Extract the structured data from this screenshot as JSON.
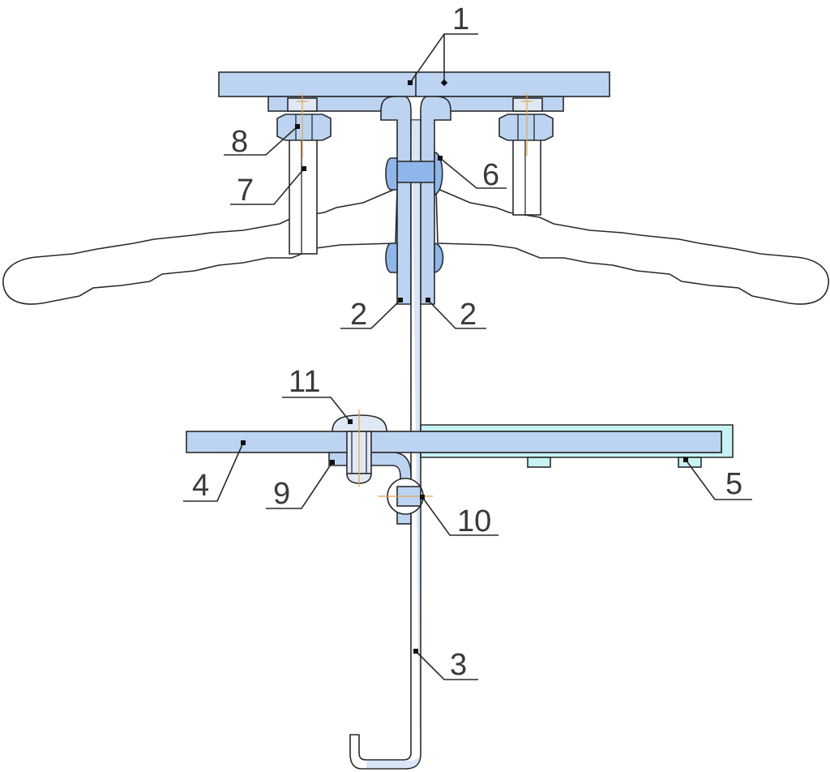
{
  "colors": {
    "part_fill": "#bcd4f2",
    "part_dark": "#8fb6ea",
    "channel_fill": "#c7f2f4",
    "centerline": "#e8a24a",
    "outline": "#2a2a2a",
    "hanger_fill": "#ffffff"
  },
  "callouts": {
    "c1": "1",
    "c2_left": "2",
    "c2_right": "2",
    "c3": "3",
    "c4": "4",
    "c5": "5",
    "c6": "6",
    "c7": "7",
    "c8": "8",
    "c9": "9",
    "c10": "10",
    "c11": "11"
  }
}
